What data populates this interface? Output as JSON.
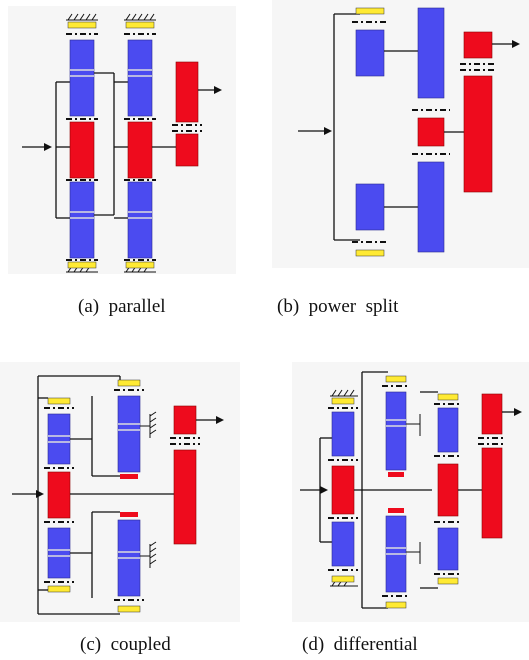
{
  "captions": {
    "a": "(a)  parallel",
    "b": "(b)  power  split",
    "c": "(c)  coupled",
    "d": "(d)  differential"
  },
  "colors": {
    "blue": "#4b4bf0",
    "red": "#ee0b1d",
    "yellow": "#ffea33",
    "line": "#1a1a1a",
    "panel_bg": "#f6f6f6"
  }
}
